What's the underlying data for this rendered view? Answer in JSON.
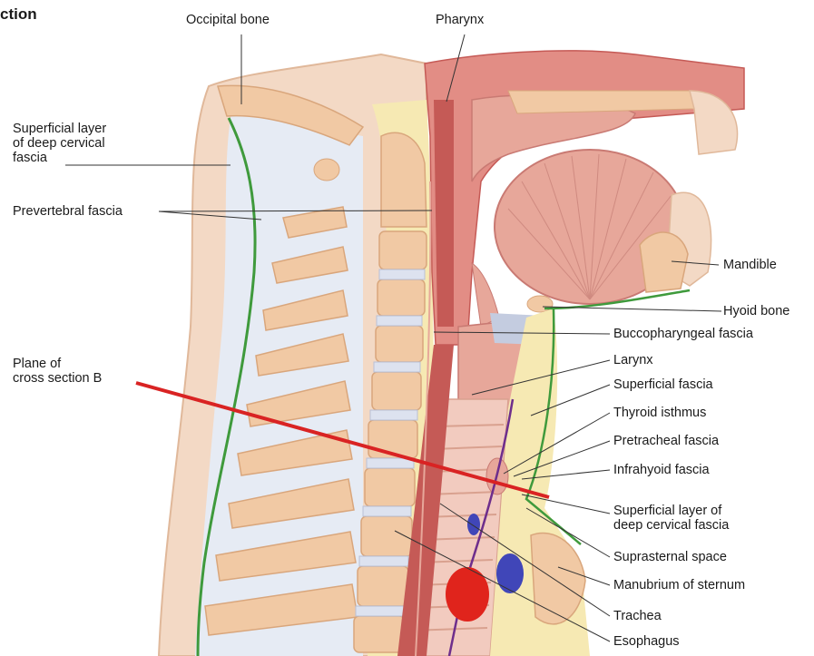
{
  "header": {
    "title_fragment": "ction"
  },
  "colors": {
    "bone": "#f1c9a4",
    "bone_edge": "#d9a67c",
    "disc": "#dde2ef",
    "muscle": "#e28d85",
    "muscle_dark": "#c55a56",
    "fat": "#f6e9b3",
    "fascia_green": "#3f9a3c",
    "fascia_purple": "#6e2e8c",
    "cut_plane": "#d92323",
    "artery": "#e0241c",
    "vein": "#4046b8",
    "skin": "#f3d9c5"
  },
  "labels": {
    "occipital_bone": "Occipital bone",
    "pharynx": "Pharynx",
    "superficial_layer_deep_cervical_fascia_top": "Superficial layer\nof deep cervical\nfascia",
    "prevertebral_fascia": "Prevertebral fascia",
    "plane_of_cross_section": "Plane of\ncross section B",
    "mandible": "Mandible",
    "hyoid_bone": "Hyoid bone",
    "buccopharyngeal_fascia": "Buccopharyngeal fascia",
    "larynx": "Larynx",
    "superficial_fascia": "Superficial fascia",
    "thyroid_isthmus": "Thyroid isthmus",
    "pretracheal_fascia": "Pretracheal fascia",
    "infrahyoid_fascia": "Infrahyoid fascia",
    "superficial_layer_deep_cervical_fascia_bottom": "Superficial layer of\ndeep cervical fascia",
    "suprasternal_space": "Suprasternal space",
    "manubrium_of_sternum": "Manubrium of sternum",
    "trachea": "Trachea",
    "esophagus": "Esophagus"
  }
}
